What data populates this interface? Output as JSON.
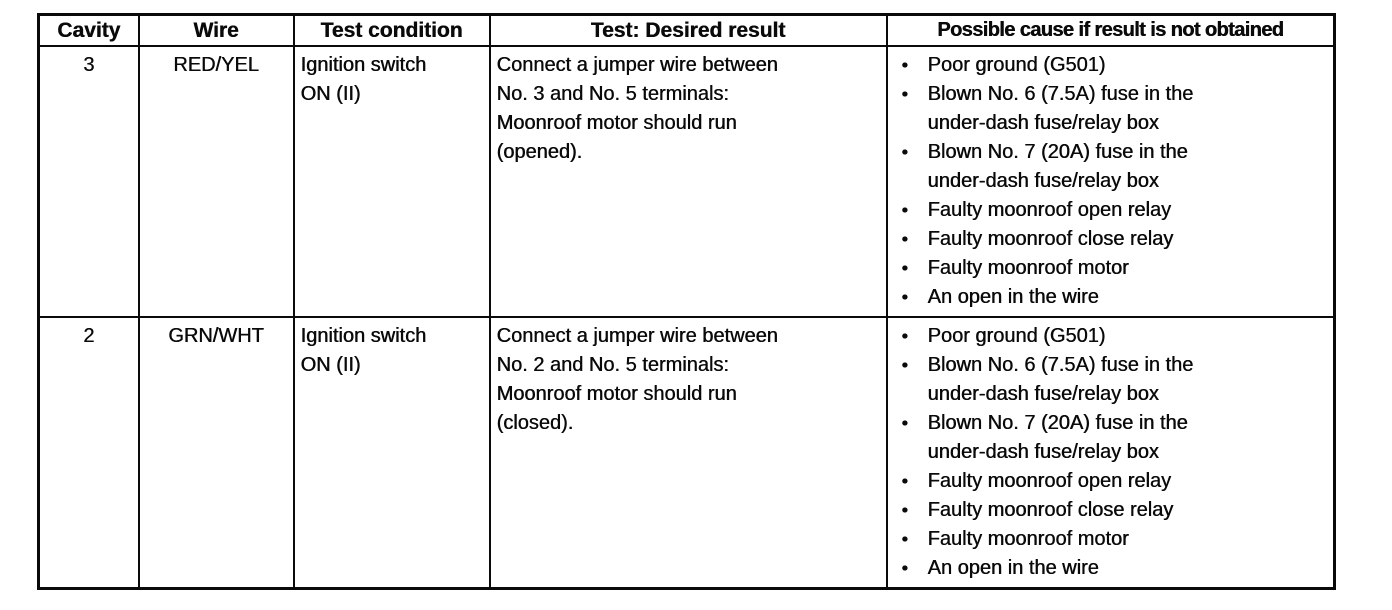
{
  "table": {
    "headers": {
      "cavity": "Cavity",
      "wire": "Wire",
      "test_condition": "Test condition",
      "desired_result": "Test: Desired result",
      "possible_cause": "Possible cause if result is not obtained"
    },
    "rows": [
      {
        "cavity": "3",
        "wire": "RED/YEL",
        "test_condition": "Ignition switch\nON (II)",
        "desired_result": "Connect a jumper wire between\nNo. 3 and No. 5 terminals:\nMoonroof motor should run\n(opened).",
        "causes": [
          "Poor ground (G501)",
          "Blown No. 6 (7.5A) fuse in the\nunder-dash fuse/relay box",
          "Blown No. 7 (20A) fuse in the\nunder-dash fuse/relay box",
          "Faulty moonroof open relay",
          "Faulty moonroof close relay",
          "Faulty moonroof motor",
          "An open in the wire"
        ]
      },
      {
        "cavity": "2",
        "wire": "GRN/WHT",
        "test_condition": "Ignition switch\nON (II)",
        "desired_result": "Connect a jumper wire between\nNo. 2 and No. 5 terminals:\nMoonroof motor should run\n(closed).",
        "causes": [
          "Poor ground (G501)",
          "Blown No. 6 (7.5A) fuse in the\nunder-dash fuse/relay box",
          "Blown No. 7 (20A) fuse in the\nunder-dash fuse/relay box",
          "Faulty moonroof open relay",
          "Faulty moonroof close relay",
          "Faulty moonroof motor",
          "An open in the wire"
        ]
      }
    ]
  }
}
